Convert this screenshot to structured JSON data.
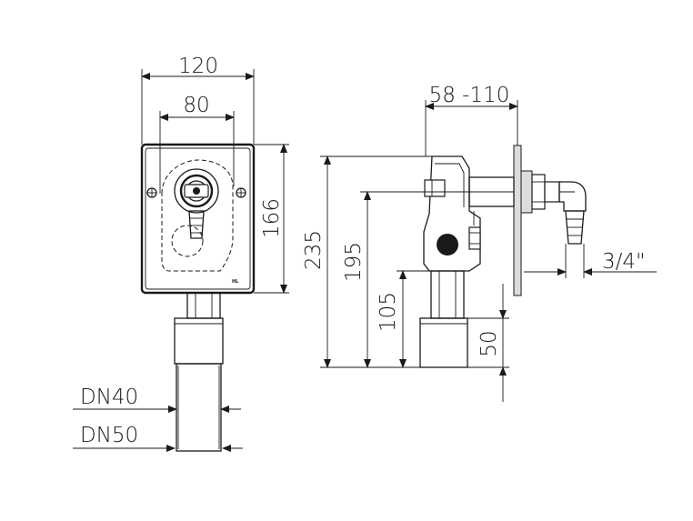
{
  "dimensions": {
    "width_120": "120",
    "width_80": "80",
    "height_166": "166",
    "height_235": "235",
    "height_195": "195",
    "height_105": "105",
    "height_50": "50",
    "depth_range": "58 -110",
    "thread": "3/4\"",
    "pipe_dn40": "DN40",
    "pipe_dn50": "DN50"
  },
  "brand_mark": "HL"
}
